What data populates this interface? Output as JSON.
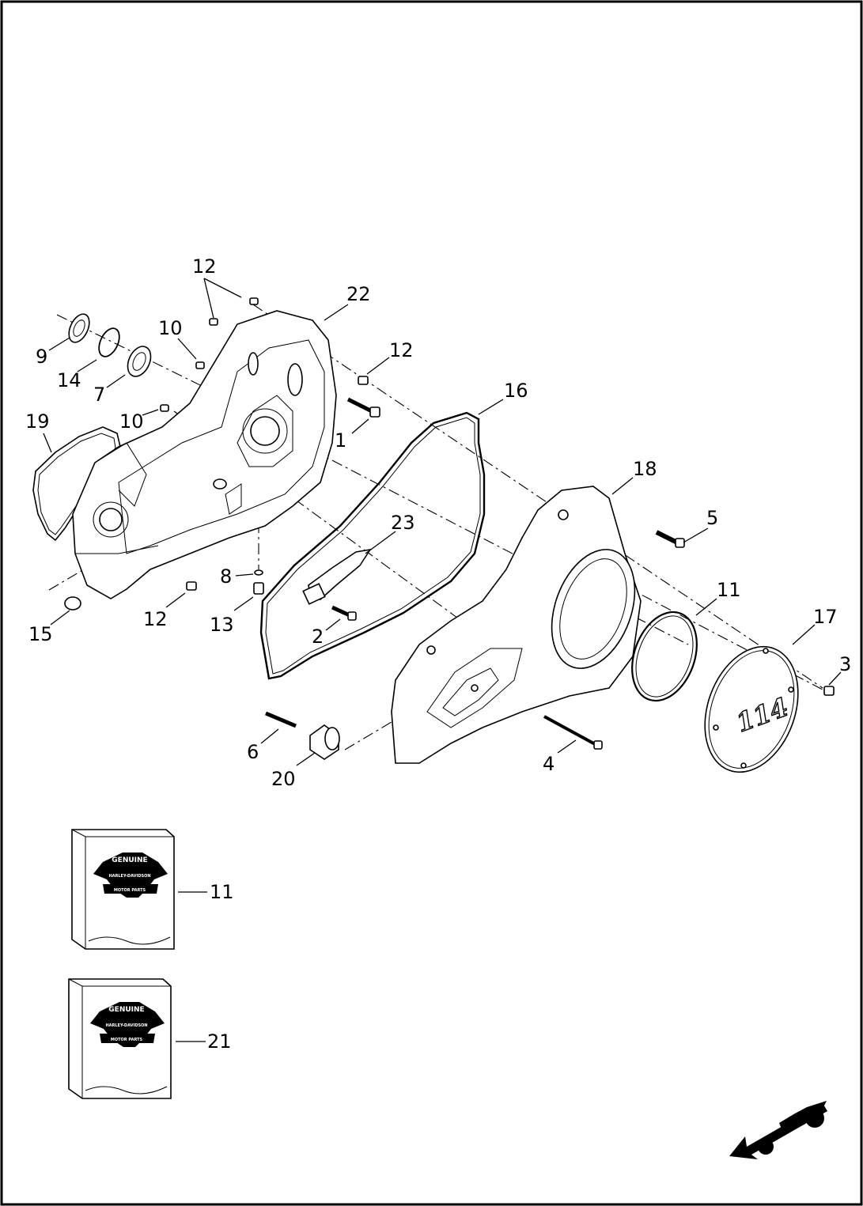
{
  "diagram": {
    "callouts": [
      {
        "id": "c1",
        "label": "1"
      },
      {
        "id": "c2",
        "label": "2"
      },
      {
        "id": "c3",
        "label": "3"
      },
      {
        "id": "c4",
        "label": "4"
      },
      {
        "id": "c5",
        "label": "5"
      },
      {
        "id": "c6",
        "label": "6"
      },
      {
        "id": "c7",
        "label": "7"
      },
      {
        "id": "c8",
        "label": "8"
      },
      {
        "id": "c9",
        "label": "9"
      },
      {
        "id": "c10a",
        "label": "10"
      },
      {
        "id": "c10b",
        "label": "10"
      },
      {
        "id": "c11",
        "label": "11"
      },
      {
        "id": "c11kit",
        "label": "11"
      },
      {
        "id": "c12a",
        "label": "12"
      },
      {
        "id": "c12b",
        "label": "12"
      },
      {
        "id": "c12c",
        "label": "12"
      },
      {
        "id": "c13",
        "label": "13"
      },
      {
        "id": "c14",
        "label": "14"
      },
      {
        "id": "c15",
        "label": "15"
      },
      {
        "id": "c16",
        "label": "16"
      },
      {
        "id": "c17",
        "label": "17"
      },
      {
        "id": "c18",
        "label": "18"
      },
      {
        "id": "c19",
        "label": "19"
      },
      {
        "id": "c20",
        "label": "20"
      },
      {
        "id": "c21kit",
        "label": "21"
      },
      {
        "id": "c22",
        "label": "22"
      },
      {
        "id": "c23",
        "label": "23"
      }
    ],
    "cover_emblem": "114",
    "kit_logo": {
      "line1": "GENUINE",
      "line2": "HARLEY-DAVIDSON",
      "line3": "MOTOR PARTS"
    },
    "icons": [
      "kit-box-icon",
      "motorcycle-direction-icon"
    ]
  }
}
